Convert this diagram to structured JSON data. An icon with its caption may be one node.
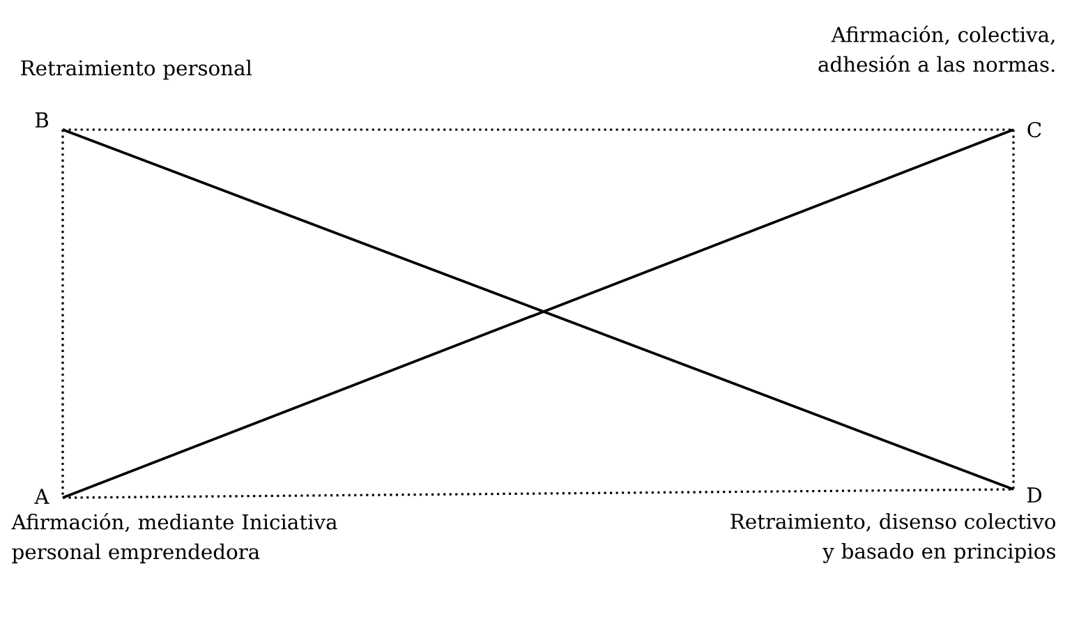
{
  "diagram": {
    "nodes": [
      {
        "text": [
          "B"
        ],
        "beside": [
          "Retraimiento personal"
        ]
      },
      {
        "text": [
          "C"
        ],
        "beside": [
          "Afirmación, colectiva, adhesión a las normas."
        ]
      },
      {
        "text": [
          "A"
        ],
        "beside": [
          "Afirmación, mediante Iniciativa personal emprendedora"
        ]
      },
      {
        "text": [
          "D"
        ],
        "beside": [
          "Retraimiento, disenso colectivo y basado en principios"
        ]
      }
    ],
    "edges": [
      {
        "from": 0,
        "to": 1,
        "arrow": "none",
        "style": "dashed"
      },
      {
        "from": 0,
        "to": 2,
        "arrow": "none",
        "style": "dashed"
      },
      {
        "from": 1,
        "to": 3,
        "arrow": "none",
        "style": "dashed"
      },
      {
        "from": 2,
        "to": 3,
        "arrow": "none",
        "style": "dashed"
      },
      {
        "from": 2,
        "to": 1,
        "arrow": "none"
      },
      {
        "from": 0,
        "to": 3,
        "arrow": "none"
      }
    ]
  }
}
